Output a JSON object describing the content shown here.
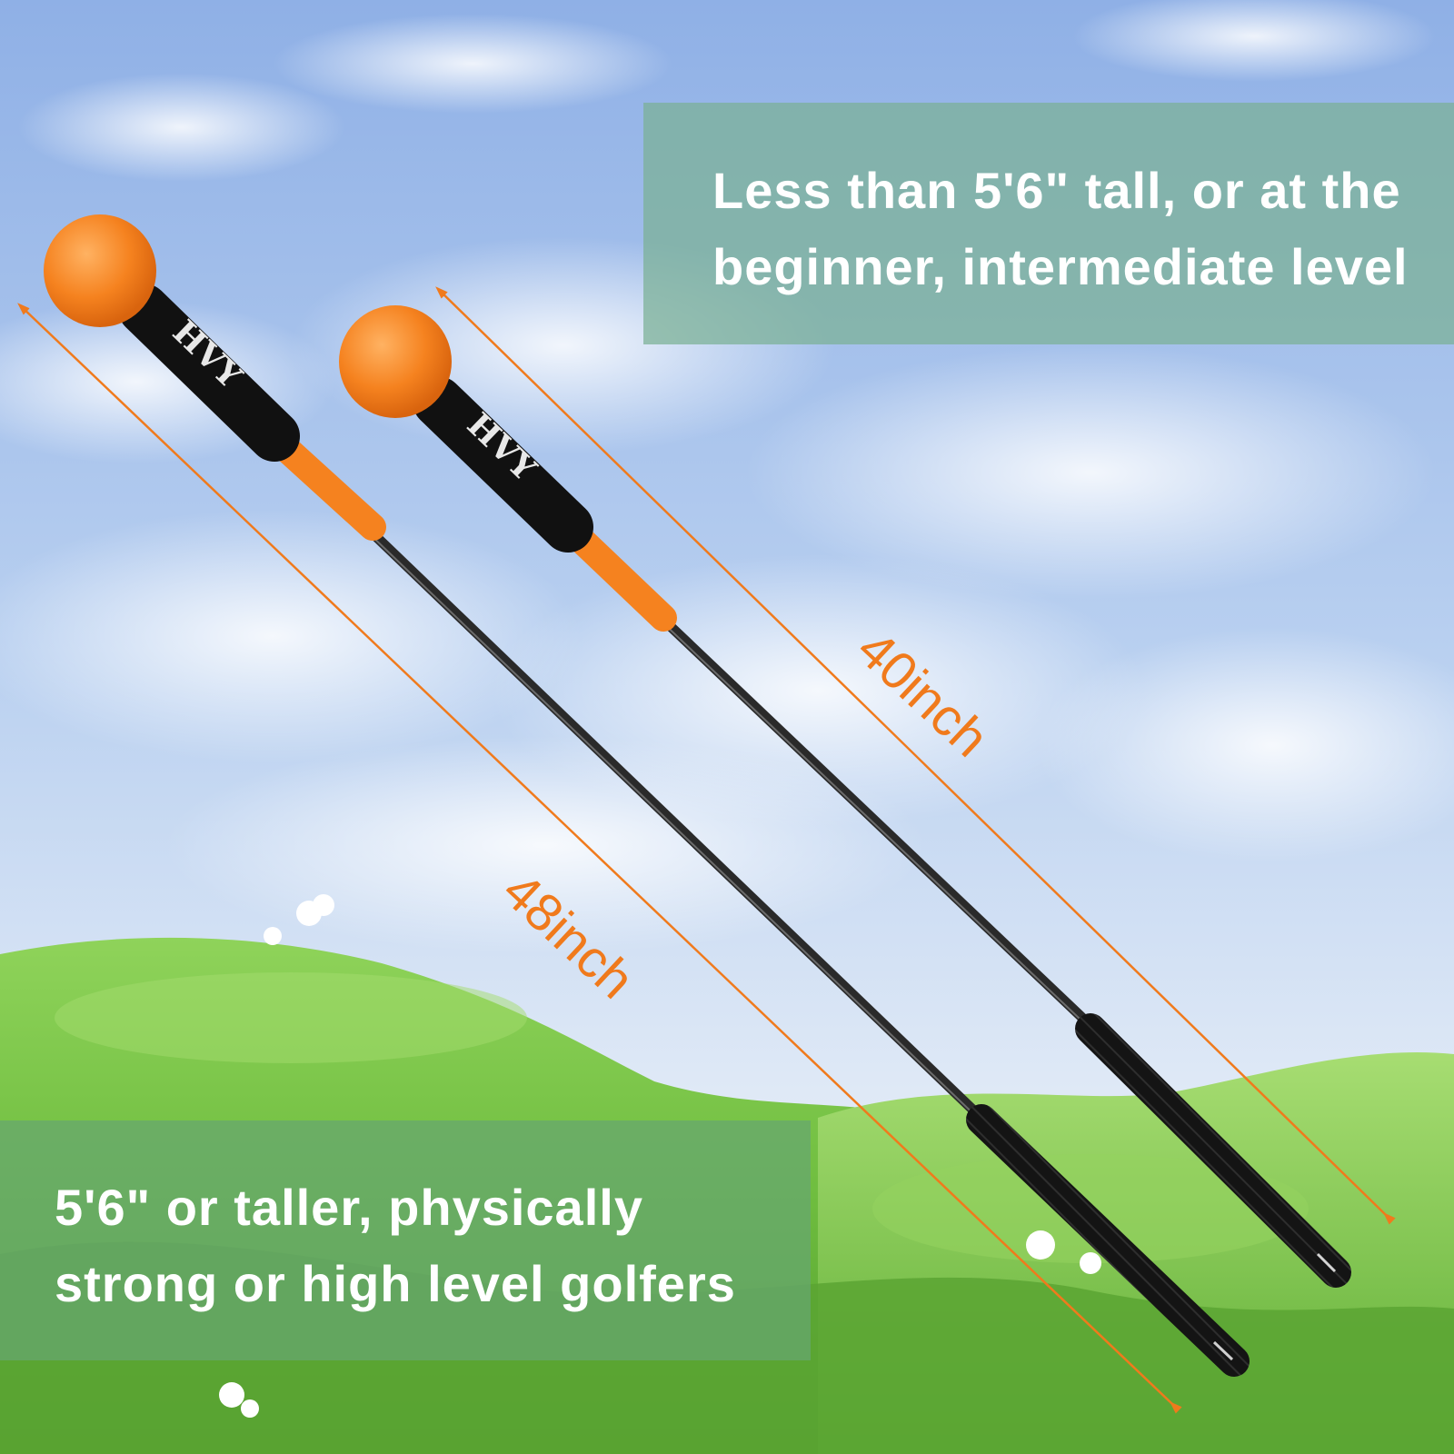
{
  "captions": {
    "short": {
      "line1": "Less than 5'6\" tall, or at the",
      "line2": "beginner, intermediate level"
    },
    "tall": {
      "line1": "5'6\" or taller, physically",
      "line2": "strong or high level golfers"
    }
  },
  "dimensions": {
    "long_trainer": "48inch",
    "short_trainer": "40inch"
  },
  "brand_mark": "HVY",
  "colors": {
    "accent_orange": "#f07a1c",
    "ball_orange": "#f5821f",
    "grip_black": "#111111",
    "sky_blue": "#9fbde8",
    "grass_green": "#7cc24a"
  }
}
